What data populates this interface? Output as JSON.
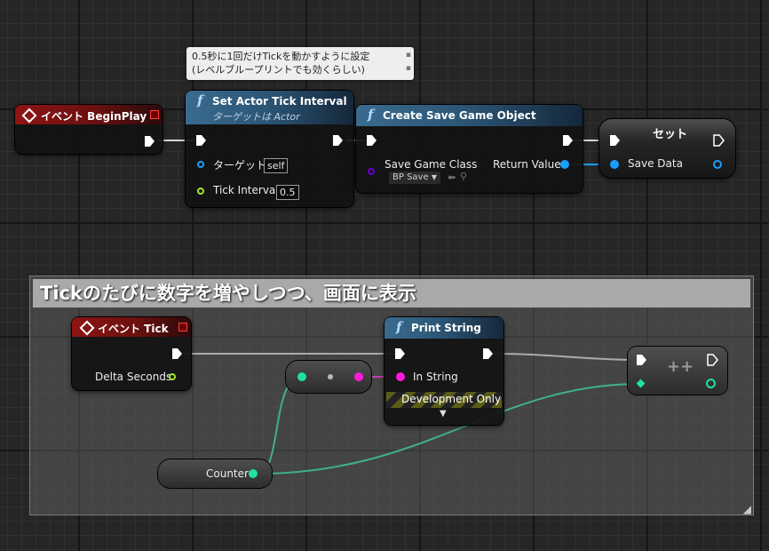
{
  "comment_bubble": {
    "line1": "0.5秒に1回だけTickを動かすように設定",
    "line2": "(レベルブループリントでも効くらしい)"
  },
  "begin_play": {
    "title": "イベント BeginPlay"
  },
  "set_tick": {
    "title": "Set Actor Tick Interval",
    "subtitle": "ターゲットは Actor",
    "target_label": "ターゲット",
    "target_value": "self",
    "interval_label": "Tick Interval",
    "interval_value": "0.5"
  },
  "create_save": {
    "title": "Create Save Game Object",
    "class_label": "Save Game Class",
    "class_value": "BP Save",
    "return_label": "Return Value"
  },
  "set_node": {
    "title": "セット",
    "var_label": "Save Data"
  },
  "comment_group": {
    "title": "Tickのたびに数字を増やしつつ、画面に表示"
  },
  "event_tick": {
    "title": "イベント Tick",
    "delta_label": "Delta Seconds"
  },
  "print_string": {
    "title": "Print String",
    "in_string_label": "In String",
    "dev_only_label": "Development Only"
  },
  "increment": {
    "symbol": "++"
  },
  "counter": {
    "label": "Counter"
  },
  "colors": {
    "exec": "#ffffff",
    "object_pin": "#1a9fff",
    "float_pin": "#a6e22e",
    "string_pin": "#ff1ad8",
    "int_pin": "#1fe0a5",
    "class_pin": "#6a00d6",
    "event_header": "#8e1414",
    "function_header": "#3a6b8f"
  }
}
